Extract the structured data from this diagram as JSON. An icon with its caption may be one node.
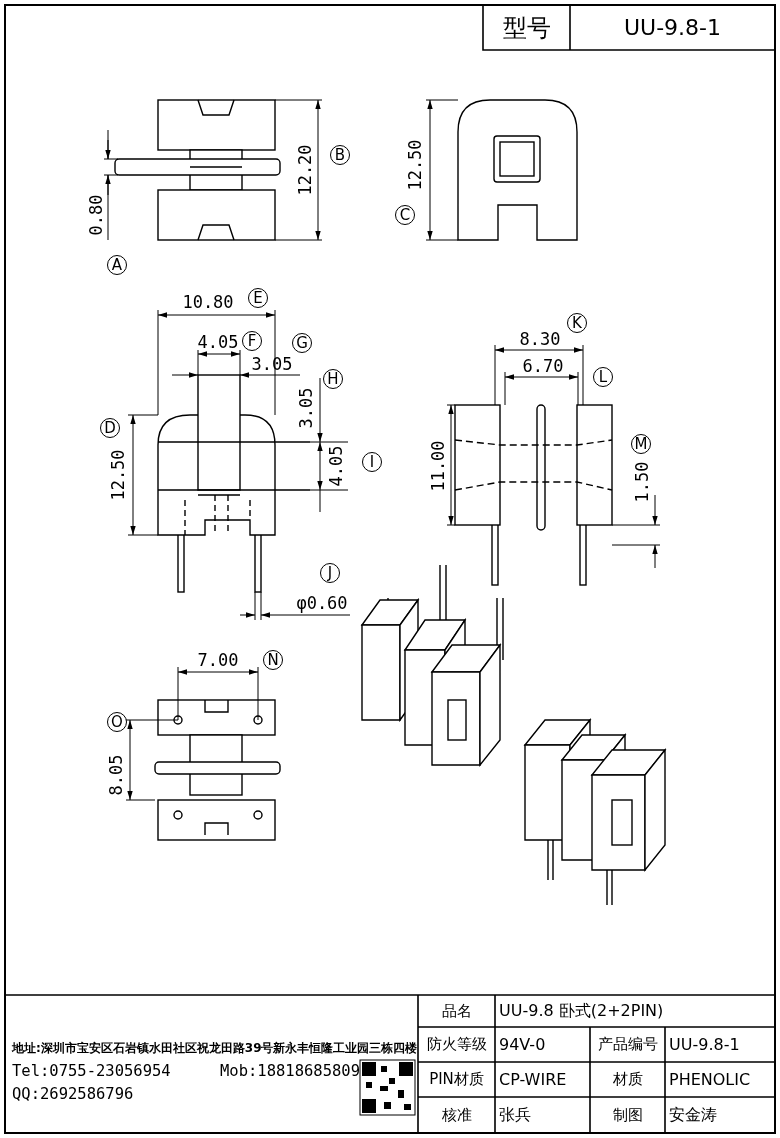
{
  "diagram": {
    "labels": [
      "型号",
      "UU-9.8-1",
      "12.20",
      "B",
      "0.80",
      "A",
      "12.50",
      "C",
      "10.80",
      "E",
      "4.05",
      "F",
      "G",
      "3.05",
      "H",
      "3.05",
      "D",
      "12.50",
      "4.05",
      "I",
      "J",
      "φ0.60",
      "8.30",
      "K",
      "6.70",
      "L",
      "11.00",
      "1.50",
      "M",
      "7.00",
      "N",
      "O",
      "8.05",
      "地址:深圳市宝安区石岩镇水田社区祝龙田路39号新永丰恒隆工业园三栋四楼",
      "Tel:0755-23056954",
      "Mob:18818685809",
      "QQ:2692586796",
      "品名",
      "UU-9.8 卧式(2+2PIN)",
      "防火等级",
      "94V-0",
      "产品编号",
      "UU-9.8-1",
      "PIN材质",
      "CP-WIRE",
      "材质",
      "PHENOLIC",
      "核准",
      "张兵",
      "制图",
      "安金涛"
    ]
  }
}
